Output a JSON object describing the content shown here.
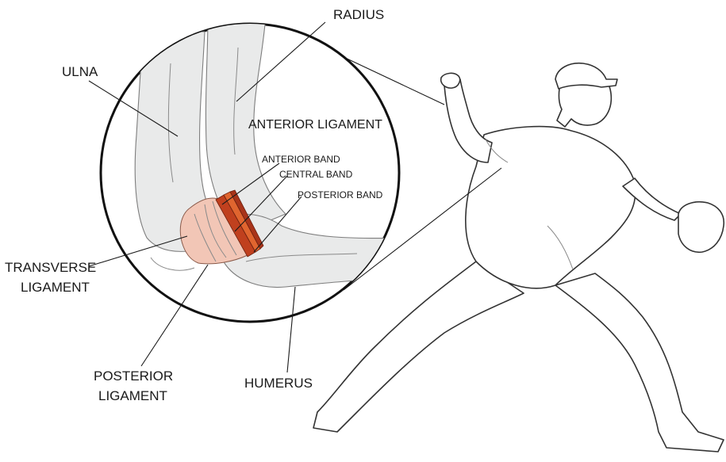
{
  "colors": {
    "bone_fill": "#e9eaea",
    "ligament_fill": "#f2c6b6",
    "band_anterior": "#c0401e",
    "band_central": "#e0652f",
    "band_posterior": "#a8341a",
    "outline": "#1a1a1a"
  },
  "labels": {
    "radius": "RADIUS",
    "ulna": "ULNA",
    "anterior_ligament": "ANTERIOR LIGAMENT",
    "anterior_band": "ANTERIOR BAND",
    "central_band": "CENTRAL BAND",
    "posterior_band": "POSTERIOR BAND",
    "transverse_ligament_line1": "TRANSVERSE",
    "transverse_ligament_line2": "LIGAMENT",
    "posterior_ligament_line1": "POSTERIOR",
    "posterior_ligament_line2": "LIGAMENT",
    "humerus": "HUMERUS"
  }
}
